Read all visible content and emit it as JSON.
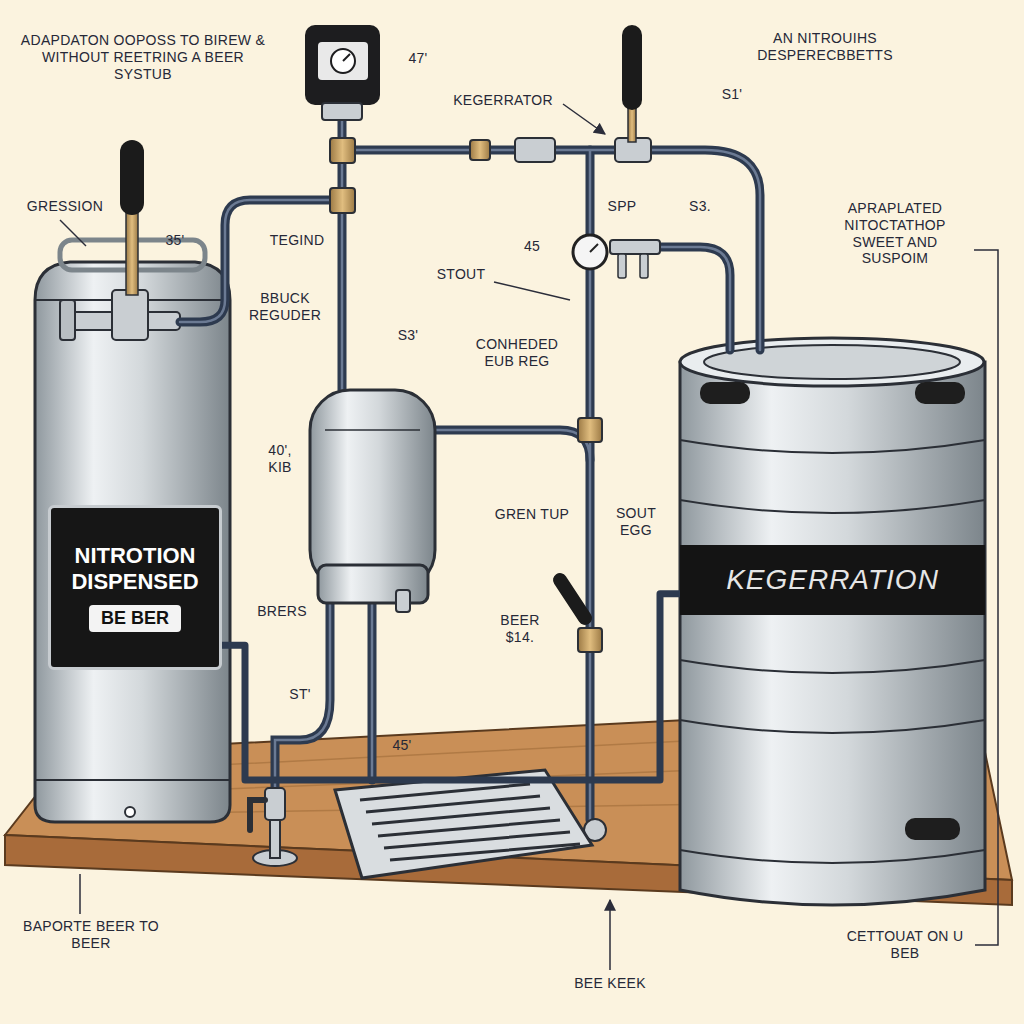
{
  "diagram": {
    "nodes": [
      {
        "text": [
          "NITROTION DISPENSED",
          "BE BER"
        ]
      },
      {
        "text": [
          "KEGERRATION"
        ]
      }
    ],
    "edges": [
      {
        "from": 0,
        "to": 1,
        "arrow": "none"
      }
    ],
    "labels": [
      "ADAPDATON OOPOSS TO BIREW & WITHOUT REETRING A BEER SYSTUB",
      "47'",
      "KEGERRATOR",
      "S1'",
      "AN NITROUIHS DESPERECBBETTS",
      "GRESSION",
      "35'",
      "TEGIND",
      "BBUCK REGUDER",
      "45",
      "SPP",
      "S3.",
      "STOUT",
      "S3'",
      "CONHEDED EUB REG",
      "APRAPLATED NITOCTATHOP SWEET AND SUSPOIM",
      "40', KIB",
      "GREN TUP",
      "SOUT EGG",
      "BRERS",
      "BEER $14.",
      "ST'",
      "45'",
      "BAPORTE BEER TO BEER",
      "BEE KEEK",
      "CETTOUAT ON U BEB"
    ]
  }
}
